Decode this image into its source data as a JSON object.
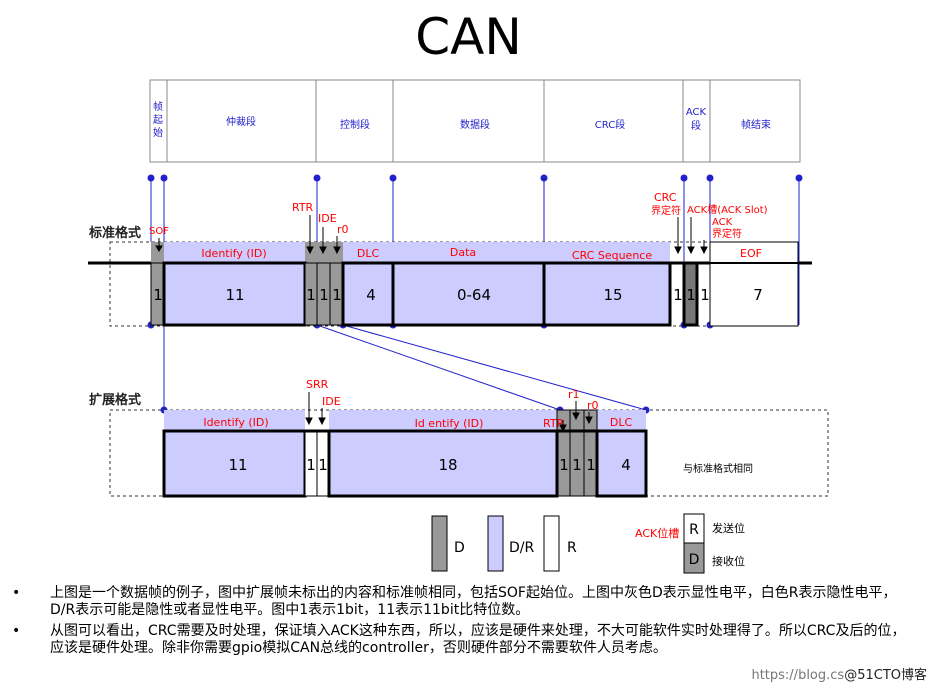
{
  "title": "CAN",
  "fields": [
    "帧",
    "起",
    "始",
    "仲裁段",
    "控制段",
    "数据段",
    "CRC段",
    "ACK",
    "段",
    "帧结束"
  ],
  "formats": {
    "standard": "标准格式",
    "extended": "扩展格式"
  },
  "std_labels": {
    "sof": "SOF",
    "rtr": "RTR",
    "ide": "IDE",
    "r0": "r0",
    "crc": "CRC",
    "crc_delim": "界定符",
    "ack_slot": "ACK槽(ACK Slot)",
    "ack": "ACK",
    "ack_delim": "界定符",
    "identify": "Identify (ID)",
    "dlc": "DLC",
    "data": "Data",
    "crc_seq": "CRC Sequence",
    "eof": "EOF"
  },
  "std_bits": [
    "1",
    "11",
    "1",
    "1",
    "1",
    "4",
    "0-64",
    "15",
    "1",
    "1",
    "1",
    "7"
  ],
  "ext_labels": {
    "srr": "SRR",
    "ide": "IDE",
    "r1": "r1",
    "r0": "r0",
    "rtr": "RTR",
    "identify1": "Identify (ID)",
    "identify2": "Id entify (ID)",
    "dlc": "DLC",
    "same": "与标准格式相同"
  },
  "ext_bits": [
    "11",
    "1",
    "1",
    "18",
    "1",
    "1",
    "1",
    "4"
  ],
  "legend": {
    "d": "D",
    "dr": "D/R",
    "r": "R",
    "ack_pos": "ACK位槽",
    "send_label": "发送位",
    "recv_label": "接收位",
    "send_sym": "R",
    "recv_sym": "D"
  },
  "notes": [
    "上图是一个数据帧的例子，图中扩展帧未标出的内容和标准帧相同，包括SOF起始位。上图中灰色D表示显性电平，白色R表示隐性电平，D/R表示可能是隐性或者显性电平。图中1表示1bit，11表示11bit比特位数。",
    "从图可以看出，CRC需要及时处理，保证填入ACK这种东西，所以，应该是硬件来处理，不大可能软件实时处理得了。所以CRC及后的位，应该是硬件处理。除非你需要gpio模拟CAN总线的controller，否则硬件部分不需要软件人员考虑。"
  ],
  "bullet": "•",
  "watermark": {
    "faint": "https://blog.cs",
    "brand": "@51CTO博客"
  },
  "colors": {
    "dr_fill": "#ccccff",
    "d_fill": "#999999",
    "red": "#ff0000",
    "blue": "#2222cc"
  }
}
